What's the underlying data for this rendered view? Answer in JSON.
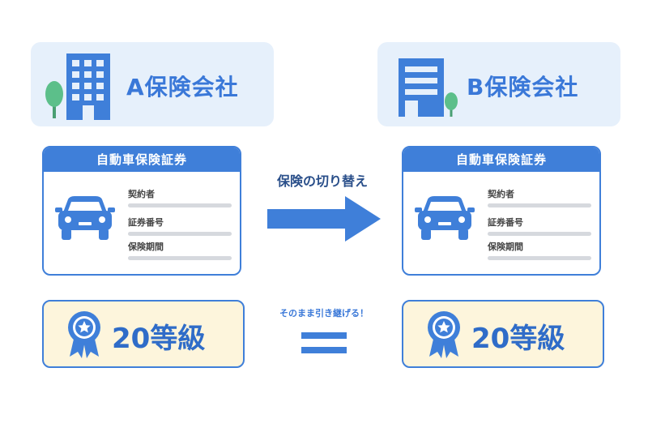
{
  "left": {
    "company_name": "A保険会社",
    "card_title": "自動車保険証券",
    "fields": [
      "契約者",
      "証券番号",
      "保険期間"
    ],
    "grade": "20等級"
  },
  "right": {
    "company_name": "B保険会社",
    "card_title": "自動車保険証券",
    "fields": [
      "契約者",
      "証券番号",
      "保険期間"
    ],
    "grade": "20等級"
  },
  "arrow_label": "保険の切り替え",
  "carry_over_label": "そのまま引き継げる！",
  "icons": [
    "building-icon",
    "tree-icon",
    "car-icon",
    "arrow-right-icon",
    "award-badge-icon",
    "equals-icon"
  ],
  "colors": {
    "primary": "#3f7fd9",
    "header_bg": "#e6f0fb",
    "grade_bg": "#fdf5dc",
    "tree": "#5cbf8a"
  }
}
